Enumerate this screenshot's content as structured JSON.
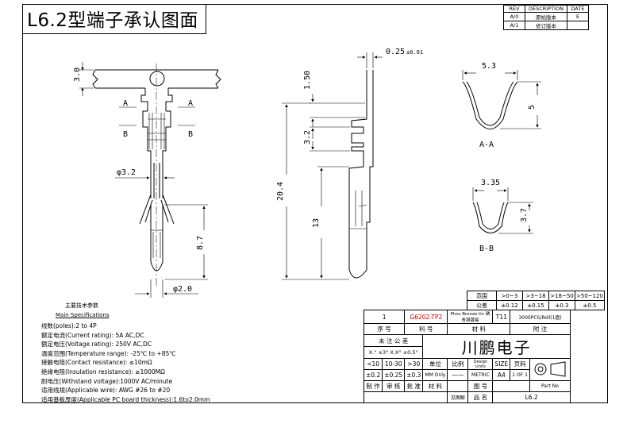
{
  "title": "L6.2型端子承认图面",
  "revision": {
    "headers": [
      "REV",
      "DESCRIPTION",
      "DATE"
    ],
    "rows": [
      [
        "A/0",
        "原始版本",
        "E"
      ],
      [
        "A/1",
        "修订版本",
        ""
      ]
    ]
  },
  "dimensions": {
    "d_3_0": "3.0",
    "d_phi_3_2": "φ3.2",
    "d_8_7": "8.7",
    "d_phi_2_0": "φ2.0",
    "d_0_25": "0.25",
    "d_0_25_tol": "±0.01",
    "d_1_50": "1.50",
    "d_3_2": "3.2",
    "d_20_4": "20.4",
    "d_13": "13",
    "d_5_3": "5.3",
    "d_5": "5",
    "d_3_35": "3.35",
    "d_3_7": "3.7"
  },
  "section_marks": {
    "a": "A",
    "b": "B",
    "aa": "A-A",
    "bb": "B-B"
  },
  "specs": {
    "heading": "主要技术参数",
    "subheading": "Main Specifications",
    "lines": [
      "线数(poles):2 to 4P",
      "额定电流(Current rating): 5A AC,DC",
      "额定电压(Voltage rating): 250V AC,DC",
      "温度范围(Temperature range): -25℃ to +85℃",
      "接触电阻(Contact resistance): ≤10mΩ",
      "绝缘电阻(Insulation resistance): ≥1000MΩ",
      "耐电压(Withstand voltage):1000V AC/minute",
      "适用线规(Applicable wire): AWG #26 to #20",
      "适用基板厚度(Applicable PC board thickness):1.6to2.0mm"
    ]
  },
  "tolerance": {
    "row1": [
      "范围",
      ">0~3",
      ">3~18",
      ">18~50",
      ">50~120"
    ],
    "row2": [
      "公差",
      "±0.12",
      "±0.15",
      "±0.3",
      "±0.5"
    ]
  },
  "title_block": {
    "item_no": "1",
    "part_no": "G6202-TP2",
    "material": "Phos Bronze tin 磷青铜镀锡",
    "thickness": "T11",
    "packing": "3000PCS/Roll(1盘)",
    "h_seq": "序 号",
    "h_part": "料 号",
    "h_material": "材 料",
    "h_note": "附 注",
    "unspecified_tol": "未 注 公 差",
    "tol_x": "X.° ±3°  X.X° ±0.5°",
    "company": "川鹏电子",
    "lt10": "<10",
    "r10_30": "10-30",
    "gt30": ">30",
    "unit": "单位",
    "scale": "比例",
    "design_units": "Design Units",
    "size": "SIZE",
    "page_lbl": "页码",
    "t1": "±0.2",
    "t2": "±0.25",
    "t3": "±0.3",
    "mm_only": "MM Only",
    "dash": "——",
    "metric": "METRIC",
    "a4": "A4",
    "page": "1 OF 1",
    "make": "制 作",
    "review": "审 核",
    "approve": "批 准",
    "mat": "材 料",
    "dwg": "图 号",
    "part_no_lbl": "Part No",
    "drawing_ref": "见图解",
    "pn": "品 名",
    "name": "L6.2"
  }
}
